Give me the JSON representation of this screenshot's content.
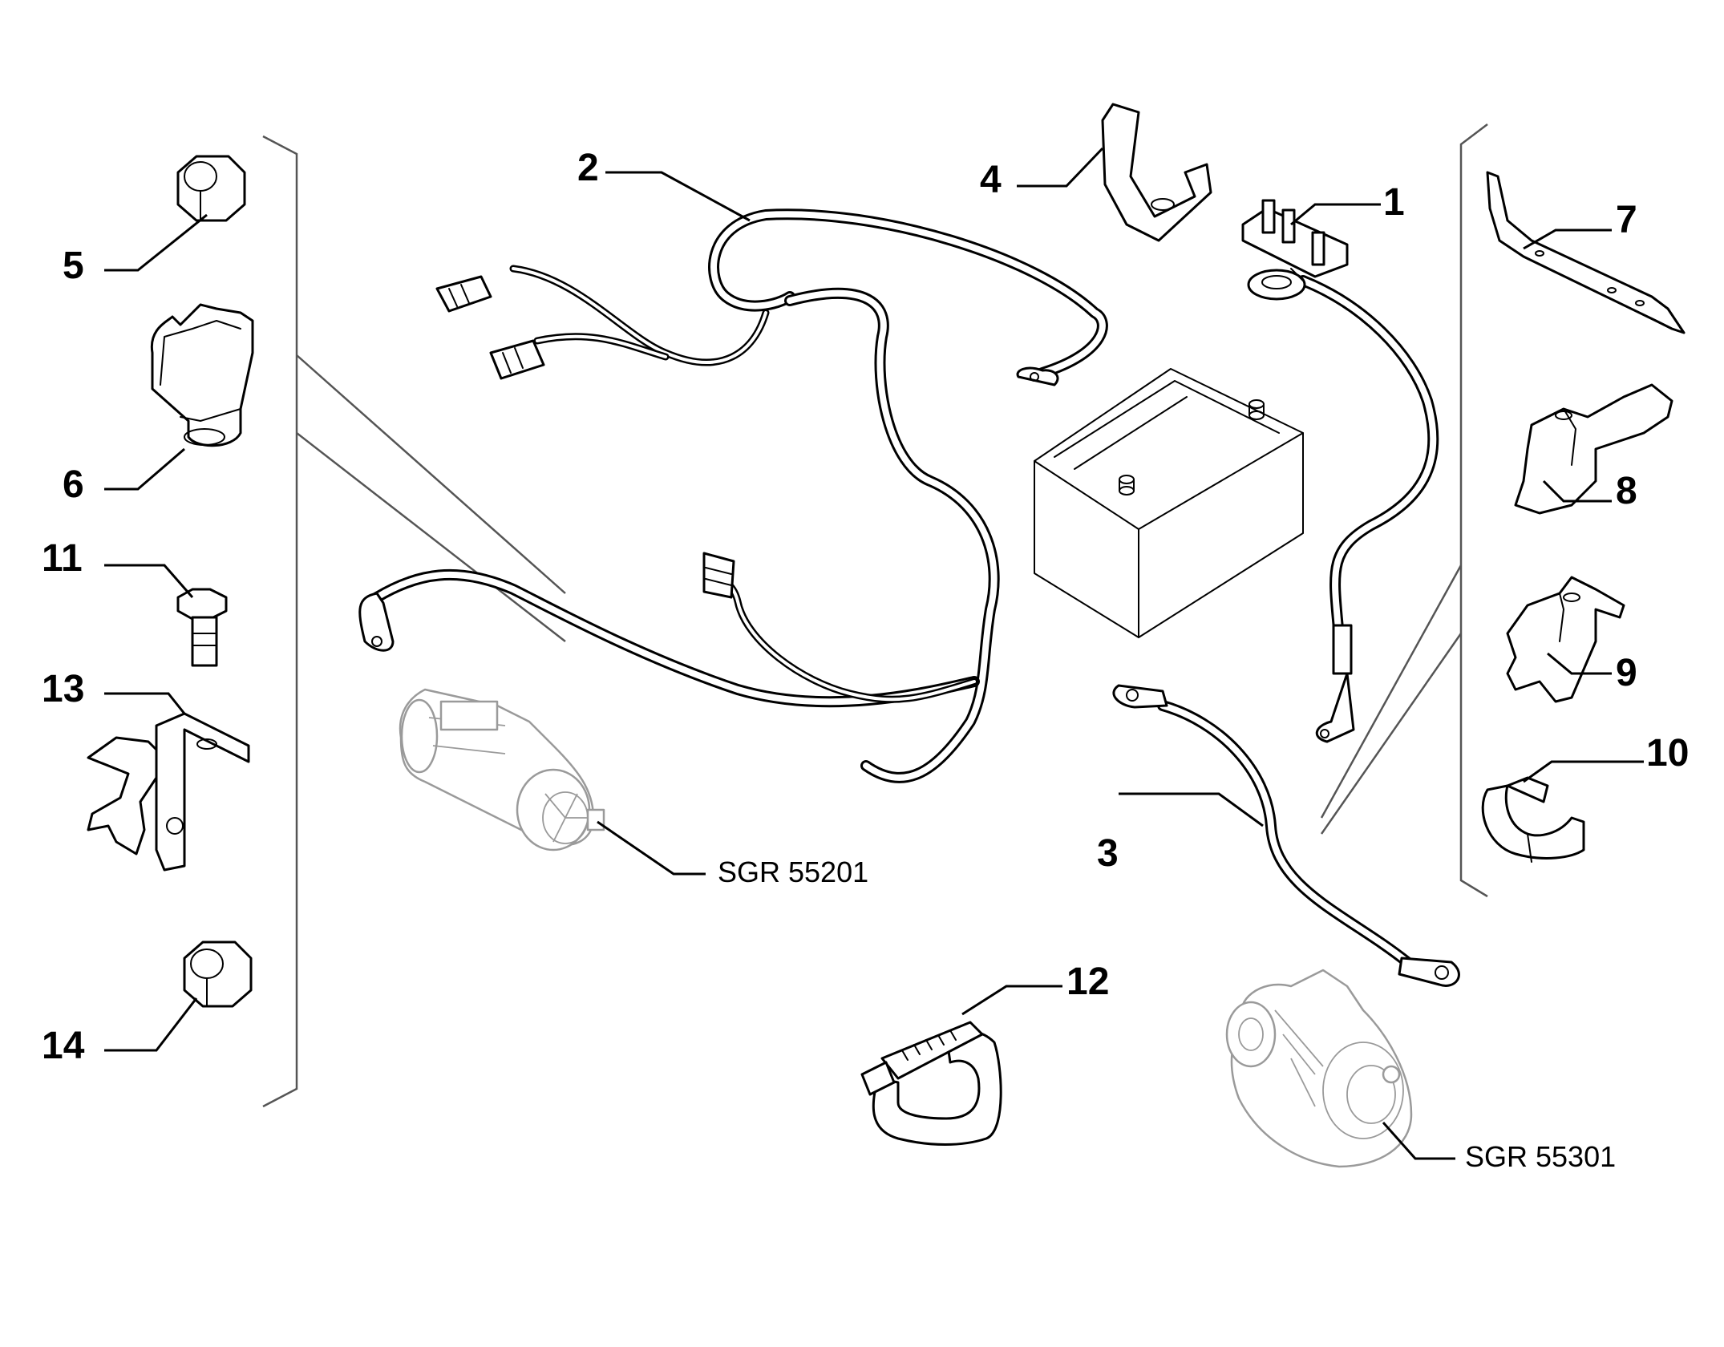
{
  "callouts": {
    "c1": "1",
    "c2": "2",
    "c3": "3",
    "c4": "4",
    "c5": "5",
    "c6": "6",
    "c7": "7",
    "c8": "8",
    "c9": "9",
    "c10": "10",
    "c11": "11",
    "c12": "12",
    "c13": "13",
    "c14": "14"
  },
  "references": {
    "starter": "SGR 55201",
    "alternator": "SGR 55301"
  }
}
